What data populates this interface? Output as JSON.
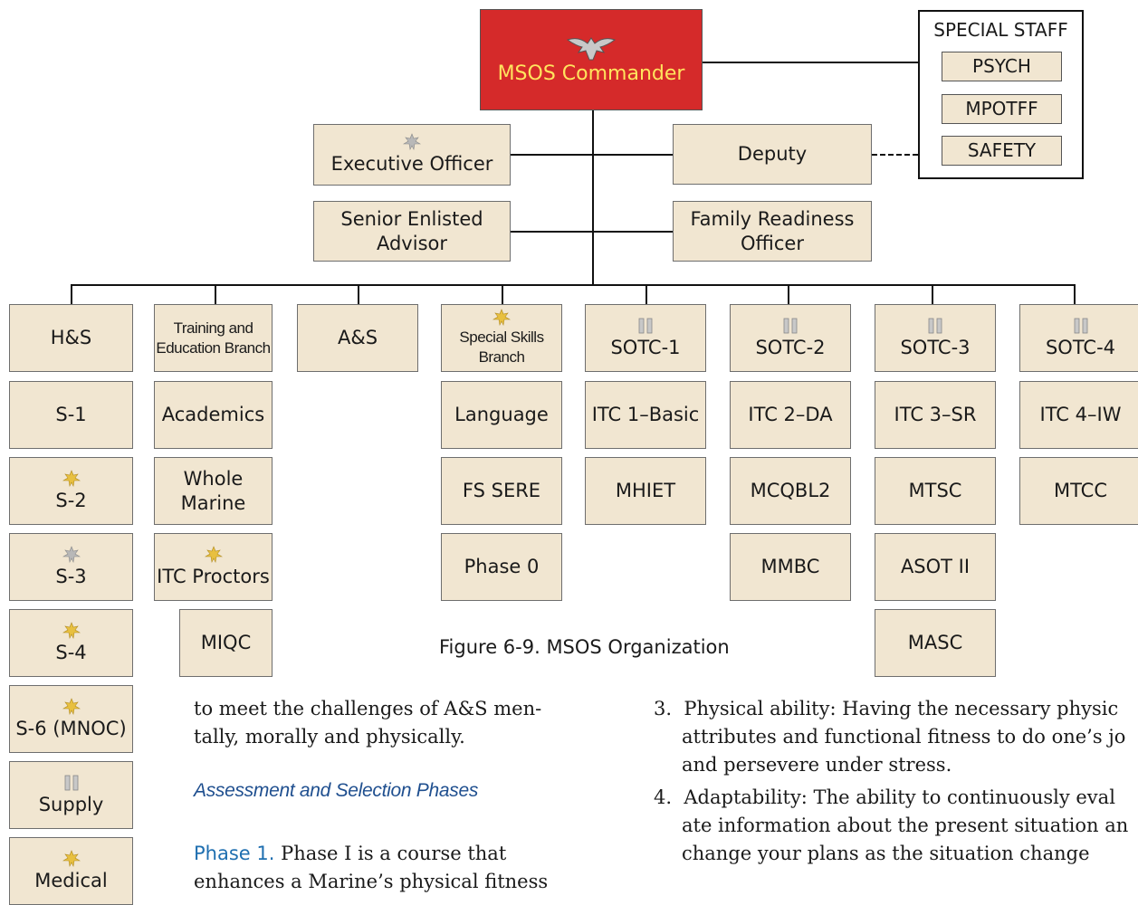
{
  "commander": {
    "label": "MSOS Commander"
  },
  "special_staff": {
    "title": "SPECIAL STAFF",
    "items": [
      "PSYCH",
      "MPOTFF",
      "SAFETY"
    ]
  },
  "executive_officer": {
    "label": "Executive Officer"
  },
  "deputy": {
    "label": "Deputy"
  },
  "senior_enlisted": {
    "line1": "Senior Enlisted",
    "line2": "Advisor"
  },
  "family_readiness": {
    "line1": "Family Readiness",
    "line2": "Officer"
  },
  "columns": {
    "hs": {
      "label": "H&S",
      "items": [
        "S-1",
        "S-2",
        "S-3",
        "S-4",
        "S-6 (MNOC)",
        "Supply",
        "Medical"
      ]
    },
    "teb": {
      "line1": "Training and",
      "line2": "Education Branch",
      "items": [
        "Academics",
        "Whole",
        "Marine",
        "ITC Proctors",
        "MIQC"
      ]
    },
    "as": {
      "label": "A&S"
    },
    "ssb": {
      "label": "Special Skills Branch",
      "items": [
        "Language",
        "FS SERE",
        "Phase 0"
      ]
    },
    "sotc1": {
      "label": "SOTC-1",
      "items": [
        "ITC 1–Basic",
        "MHIET"
      ]
    },
    "sotc2": {
      "label": "SOTC-2",
      "items": [
        "ITC 2–DA",
        "MCQBL2",
        "MMBC"
      ]
    },
    "sotc3": {
      "label": "SOTC-3",
      "items": [
        "ITC 3–SR",
        "MTSC",
        "ASOT II",
        "MASC"
      ]
    },
    "sotc4": {
      "label": "SOTC-4",
      "items": [
        "ITC 4–IW",
        "MTCC"
      ]
    }
  },
  "caption": "Figure 6-9. MSOS Organization",
  "text": {
    "left_line1": "to meet the challenges of A&S men-",
    "left_line2": "tally, morally and physically.",
    "heading": "Assessment and Selection Phases",
    "phase_label": "Phase 1.",
    "phase_rest": " Phase I is a course that",
    "phase_line2": "enhances a Marine’s physical fitness",
    "item3_line1": "3.  Physical ability: Having the necessary physic",
    "item3_line2": "attributes and functional fitness to do one’s jo",
    "item3_line3": "and persevere under stress.",
    "item4_line1": "4.  Adaptability: The ability to continuously eval",
    "item4_line2": "ate information about the present situation an",
    "item4_line3": "change your plans as the situation change"
  },
  "icons": {
    "eagle": "colonel-eagle-insignia-icon",
    "oak_silver": "silver-oak-leaf-icon",
    "oak_gold": "gold-oak-leaf-icon",
    "bars": "captain-bars-icon"
  },
  "colors": {
    "node_fill": "#f1e6d1",
    "commander_fill": "#d52a2a",
    "commander_text": "#ffe45e",
    "gold": "#e8c040",
    "silver": "#b8b8b8",
    "heading_blue": "#1f4f8f"
  }
}
